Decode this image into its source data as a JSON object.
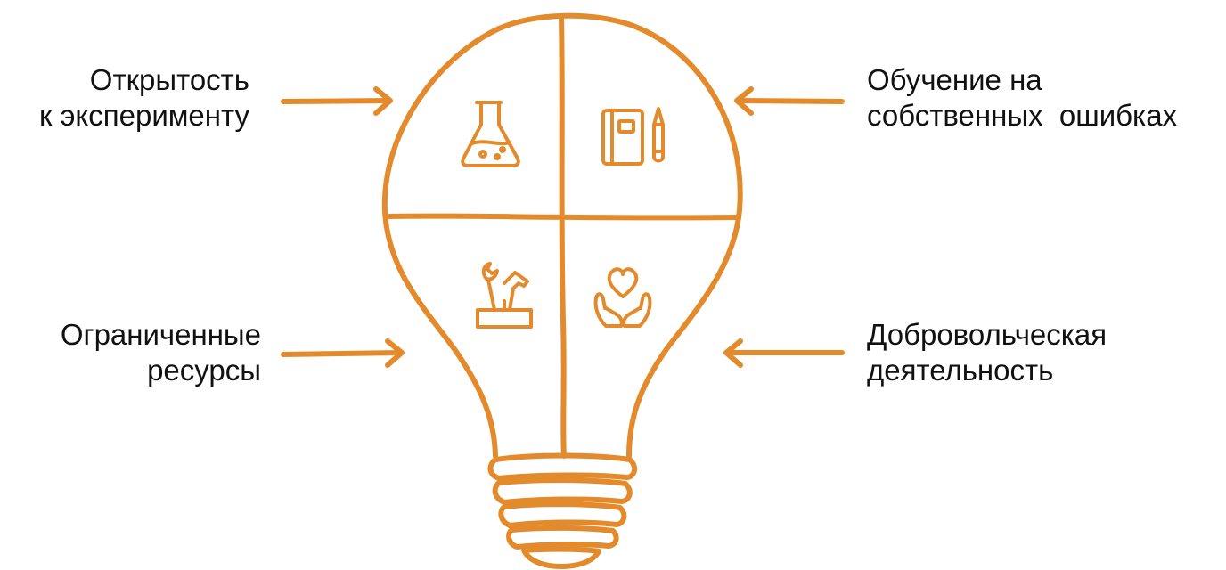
{
  "theme": {
    "accent": "#E38B2C",
    "text": "#111111",
    "background": "#FFFFFF"
  },
  "labels": {
    "top_left": {
      "line1": "Открытость",
      "line2": "к эксперименту",
      "icon": "flask-icon"
    },
    "top_right": {
      "line1": "Обучение на",
      "line2": "собственных  ошибках",
      "icon": "notebook-pencil-icon"
    },
    "bottom_left": {
      "line1": "Ограниченные",
      "line2": "ресурсы",
      "icon": "toolbox-icon"
    },
    "bottom_right": {
      "line1": "Добровольческая",
      "line2": "деятельность",
      "icon": "hands-heart-icon"
    }
  }
}
